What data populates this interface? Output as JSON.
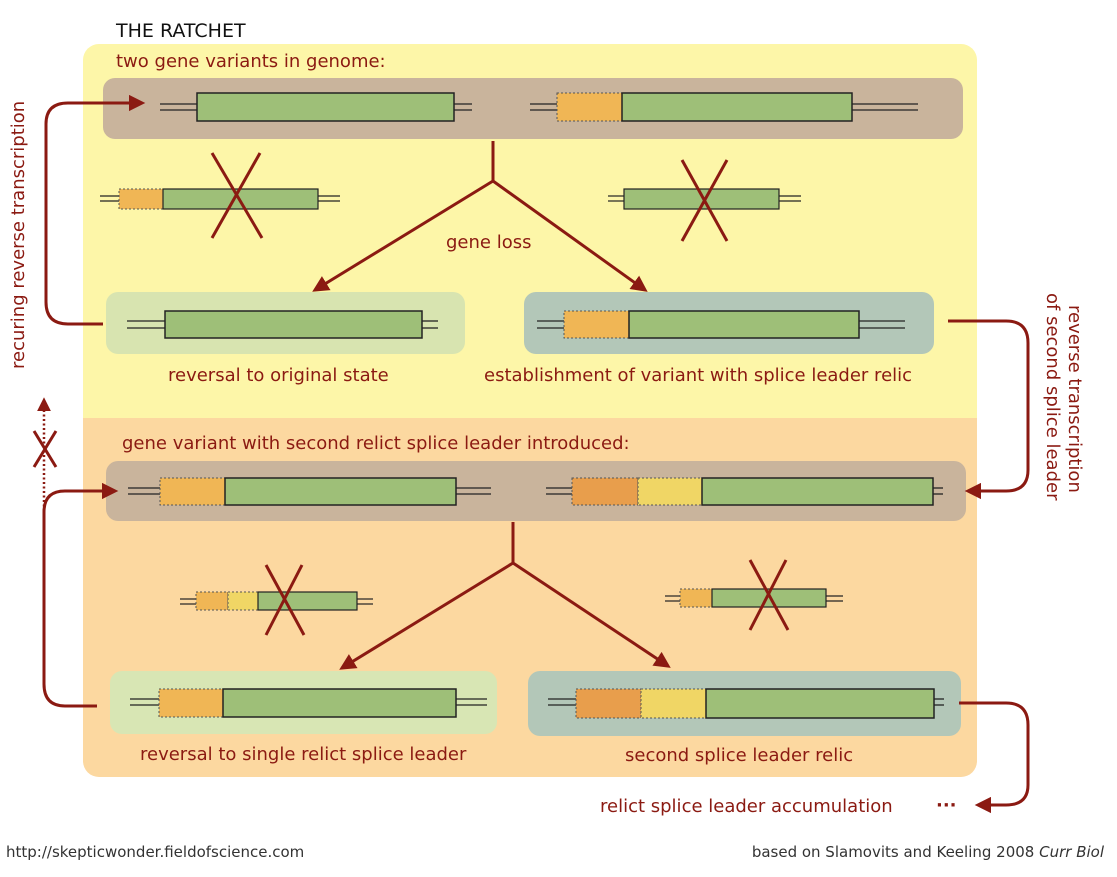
{
  "title": "THE RATCHET",
  "top_section": {
    "heading": "two gene variants in genome:",
    "center_label": "gene loss",
    "left_outcome": "reversal to original state",
    "right_outcome": "establishment of variant with splice leader relic"
  },
  "bottom_section": {
    "heading": "gene variant with second relict splice leader introduced:",
    "left_outcome": "reversal to single relict splice leader",
    "right_outcome": "second splice leader relic"
  },
  "side_labels": {
    "left": "recuring reverse transcription",
    "right_line1": "reverse transcription",
    "right_line2": "of second splice leader"
  },
  "accumulation": "relict splice leader accumulation",
  "accumulation_dots": "···",
  "footer": {
    "left": "http://skepticwonder.fieldofscience.com",
    "right_prefix": "based on Slamovits and Keeling 2008 ",
    "right_journal": "Curr Biol"
  },
  "colors": {
    "top_panel": "#fdf6a8",
    "bottom_panel": "#fcd8a0",
    "genome_bar": "#c9b49c",
    "left_box_top": "#d8e4b0",
    "right_box": "#b3c7b8",
    "left_box_bottom": "#d8e6b4",
    "gene": "#9ebf78",
    "leader1": "#f0b655",
    "leader2_orange": "#e89e4c",
    "leader2_yellow": "#f0d665",
    "arrow": "#8b1a12"
  }
}
